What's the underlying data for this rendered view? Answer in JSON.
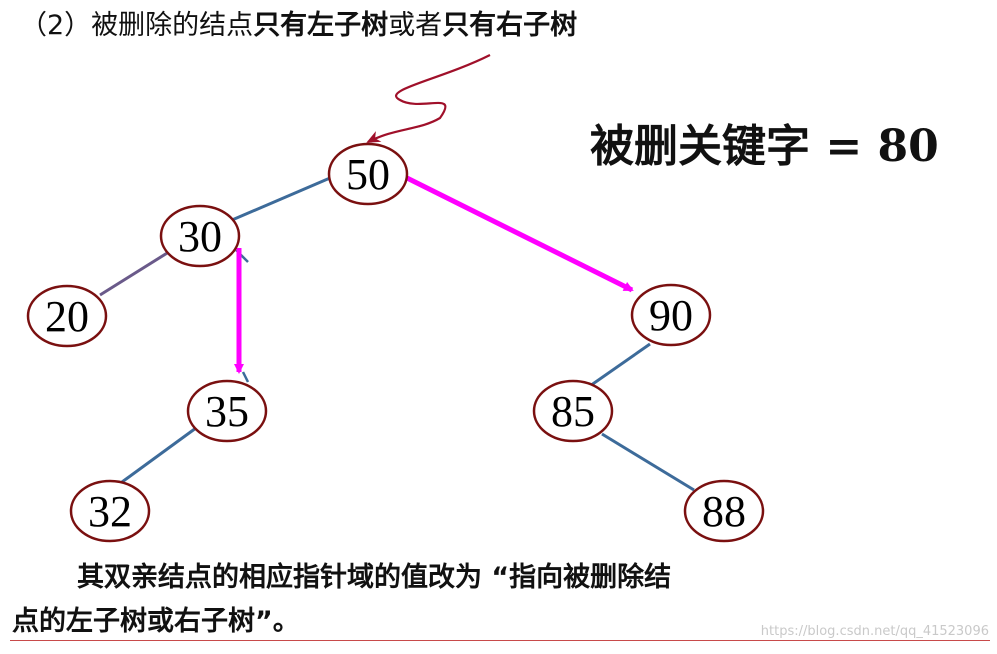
{
  "heading": {
    "prefix": "（2）被删除的结点",
    "bold1": "只有左子树",
    "middle": "或者",
    "bold2": "只有右子树"
  },
  "key_label": "被删关键字 = 80",
  "nodes": {
    "n50": "50",
    "n30": "30",
    "n20": "20",
    "n35": "35",
    "n32": "32",
    "n90": "90",
    "n85": "85",
    "n88": "88"
  },
  "caption": {
    "line1": "其双亲结点的相应指针域的值改为 “指向被删除结",
    "line2": "点的左子树或右子树”。"
  },
  "watermark": "https://blog.csdn.net/qq_41523096",
  "colors": {
    "edge": "#3d6b9a",
    "edge_left": "#6a5a8a",
    "node_border": "#7a1010",
    "arrow_magenta": "#ff00ff",
    "squiggle": "#a0102a"
  }
}
